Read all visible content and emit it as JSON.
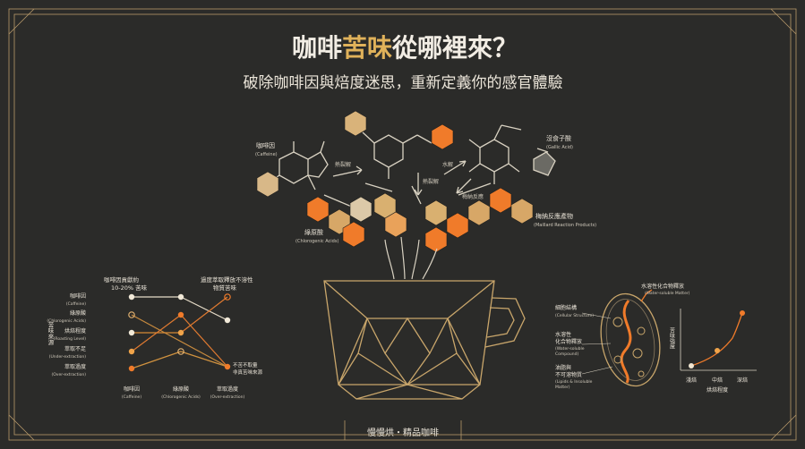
{
  "header": {
    "title_a": "咖啡",
    "title_b": "苦味",
    "title_c": "從哪裡來？",
    "subtitle": "破除咖啡因與焙度迷思，重新定義你的感官體驗"
  },
  "molecules": {
    "caffeine": {
      "zh": "咖啡因",
      "en": "(Caffeine)"
    },
    "gallic": {
      "zh": "沒食子酸",
      "en": "(Gallic Acid)"
    },
    "chlorogenic": {
      "zh": "綠原酸",
      "en": "(Chlorogenic Acids)"
    },
    "maillard": {
      "zh": "梅納反應產物",
      "en": "(Maillard Reaction Products)"
    },
    "arrow1": "熱裂解",
    "arrow2": "熱裂解",
    "arrow3": "水解",
    "arrow4": "梅納反應"
  },
  "left_chart": {
    "note_top_left_1": "咖啡因貢獻約",
    "note_top_left_2": "10-20% 苦味",
    "note_top_right_1": "過度萃取釋放不溶性",
    "note_top_right_2": "物質苦味",
    "ylabel": "苦味來源",
    "rows": [
      {
        "zh": "咖啡因",
        "en": "(Caffeine)"
      },
      {
        "zh": "綠原酸",
        "en": "(Chlorogenic Acids)"
      },
      {
        "zh": "烘焙程度",
        "en": "(Roasting Level)"
      },
      {
        "zh": "萃取不足",
        "en": "(Under-extraction)"
      },
      {
        "zh": "萃取過度",
        "en": "(Over-extraction)"
      }
    ],
    "cols": [
      {
        "zh": "咖啡因",
        "en": "(Caffeine)"
      },
      {
        "zh": "綠原酸",
        "en": "(Chlorogenic Acids)"
      },
      {
        "zh": "萃取過度",
        "en": "(Over-extraction)"
      }
    ],
    "side_note_1": "不苦不取量",
    "side_note_2": "非真苦味來源"
  },
  "bean": {
    "top_zh": "水溶性化合物釋放",
    "top_en": "(Water-soluble Matter)",
    "cell_zh": "細胞結構",
    "cell_en": "(Cellular Structure)",
    "water_zh1": "水溶性",
    "water_zh2": "化合物釋放",
    "water_en1": "(Water-soluble",
    "water_en2": "Compound)",
    "oil_zh1": "油脂與",
    "oil_zh2": "不可溶物質",
    "oil_en1": "(Lipids & Insoluble",
    "oil_en2": "Matter)"
  },
  "right_chart": {
    "ylabel": "苦味強度",
    "xlabel": "烘焙程度",
    "ticks": [
      "淺焙",
      "中焙",
      "深焙"
    ]
  },
  "footer": {
    "brand": "慢慢烘・精品咖啡"
  }
}
